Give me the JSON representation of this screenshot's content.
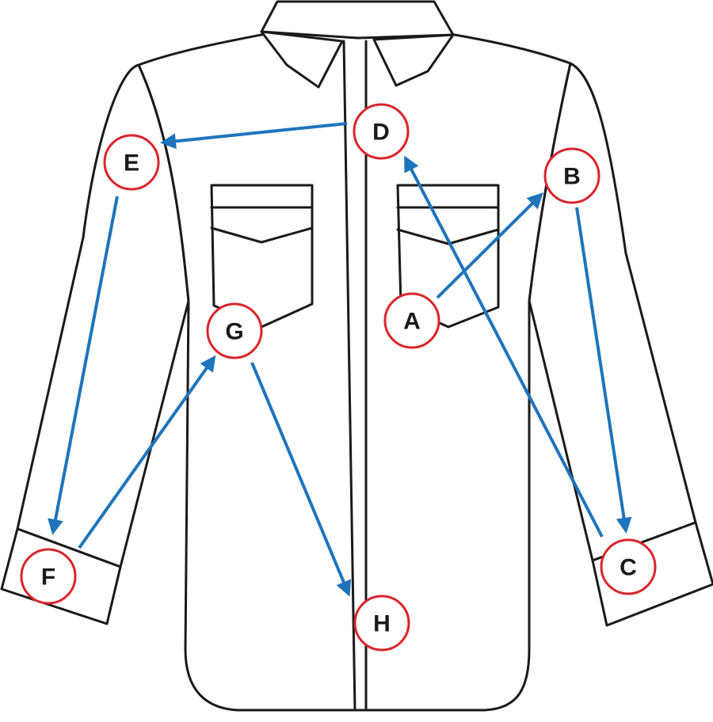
{
  "colors": {
    "arrow": "#1f74bb",
    "marker_ring": "#d9252b",
    "label_text": "#1a1a1a",
    "outline": "#1a1a1a"
  },
  "markers": [
    {
      "id": "A",
      "label": "A"
    },
    {
      "id": "B",
      "label": "B"
    },
    {
      "id": "C",
      "label": "C"
    },
    {
      "id": "D",
      "label": "D"
    },
    {
      "id": "E",
      "label": "E"
    },
    {
      "id": "F",
      "label": "F"
    },
    {
      "id": "G",
      "label": "G"
    },
    {
      "id": "H",
      "label": "H"
    }
  ],
  "sequence": [
    {
      "from": "A",
      "to": "B"
    },
    {
      "from": "B",
      "to": "C"
    },
    {
      "from": "C",
      "to": "D"
    },
    {
      "from": "D",
      "to": "E"
    },
    {
      "from": "E",
      "to": "F"
    },
    {
      "from": "F",
      "to": "G"
    },
    {
      "from": "G",
      "to": "H"
    }
  ]
}
